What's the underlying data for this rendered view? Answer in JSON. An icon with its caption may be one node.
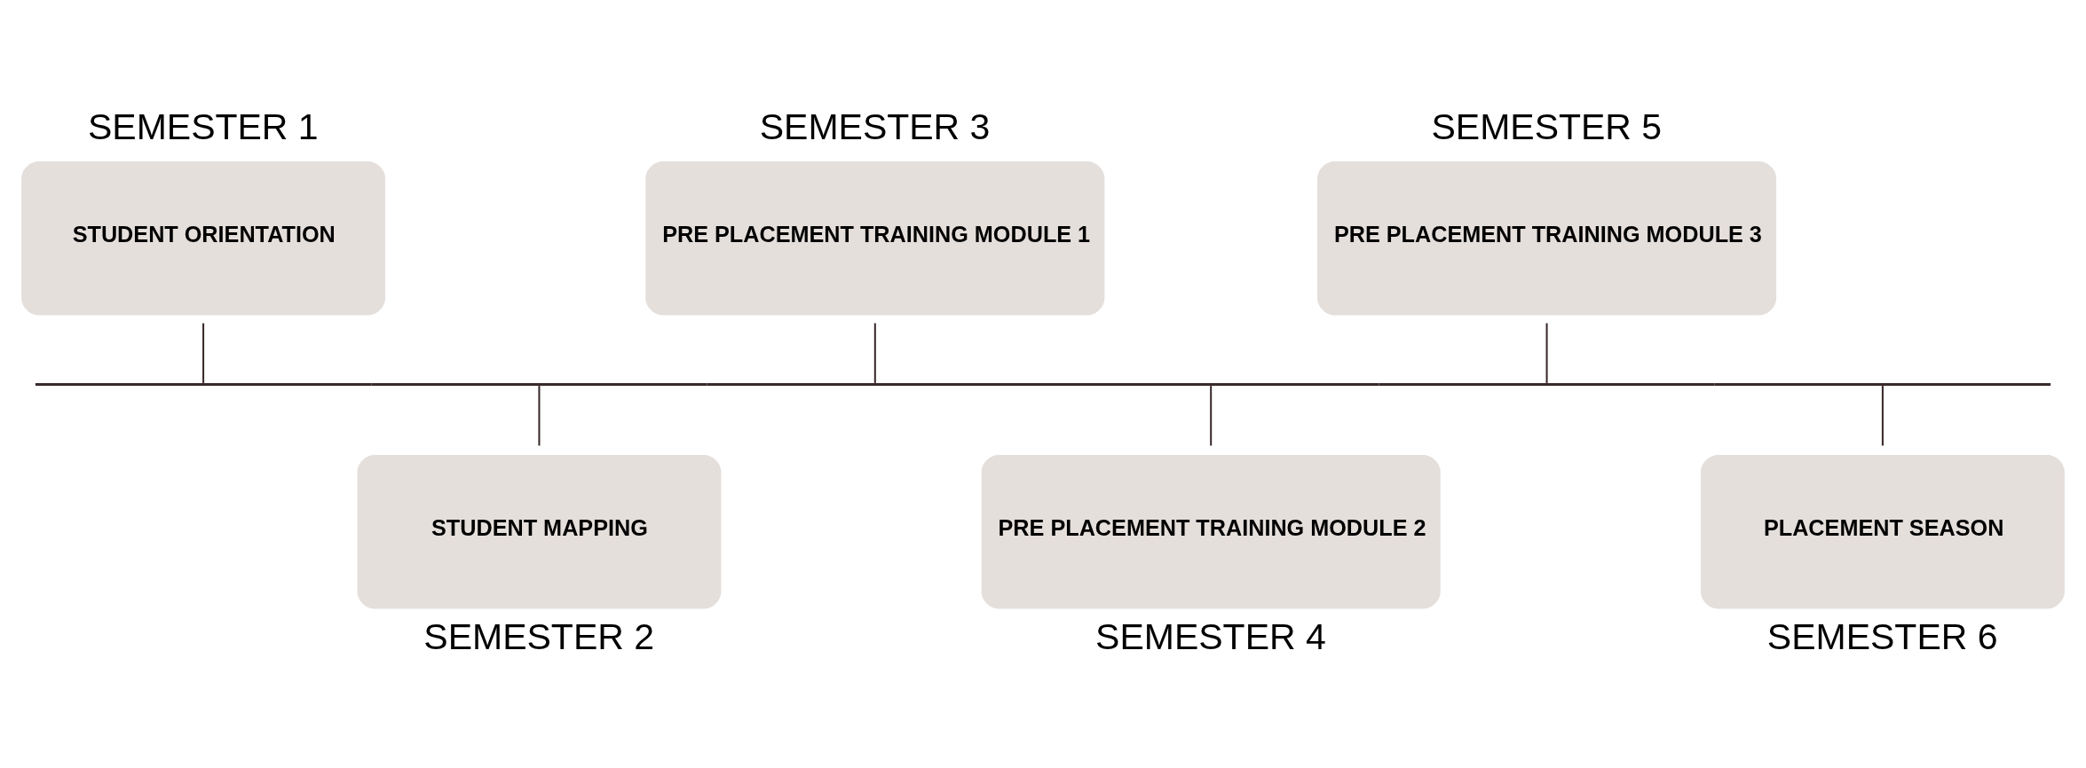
{
  "diagram": {
    "nodes": [
      {
        "text": [
          "STUDENT ORIENTATION"
        ],
        "beside": [
          "SEMESTER 1"
        ]
      },
      {
        "text": [
          "STUDENT MAPPING"
        ],
        "beside": [
          "SEMESTER 2"
        ]
      },
      {
        "text": [
          "PRE PLACEMENT TRAINING MODULE 1"
        ],
        "beside": [
          "SEMESTER 3"
        ]
      },
      {
        "text": [
          "PRE PLACEMENT TRAINING MODULE 2"
        ],
        "beside": [
          "SEMESTER 4"
        ]
      },
      {
        "text": [
          "PRE PLACEMENT TRAINING MODULE 3"
        ],
        "beside": [
          "SEMESTER 5"
        ]
      },
      {
        "text": [
          "PLACEMENT SEASON"
        ],
        "beside": [
          "SEMESTER 6"
        ]
      },
      {
        "text": [],
        "shape": "bar"
      }
    ],
    "edges": [
      {
        "from": 0,
        "to": 6,
        "arrow": "none"
      },
      {
        "from": 6,
        "to": 1,
        "arrow": "none"
      },
      {
        "from": 2,
        "to": 6,
        "arrow": "none"
      },
      {
        "from": 6,
        "to": 3,
        "arrow": "none"
      },
      {
        "from": 4,
        "to": 6,
        "arrow": "none"
      },
      {
        "from": 6,
        "to": 5,
        "arrow": "none"
      }
    ]
  }
}
